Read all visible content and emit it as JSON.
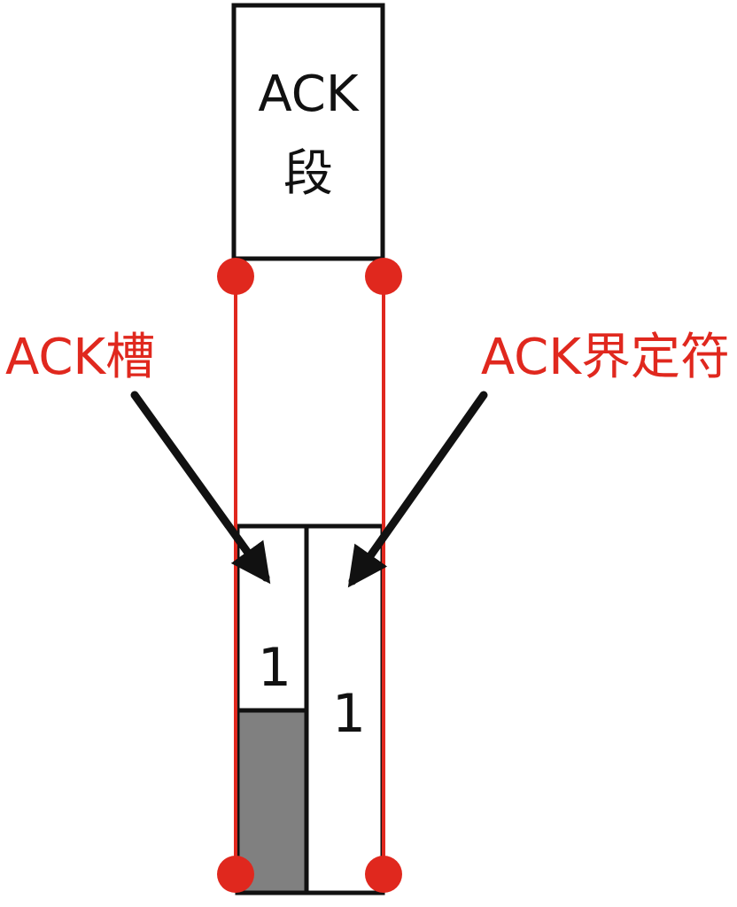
{
  "ack_segment": {
    "line1": "ACK",
    "line2": "段"
  },
  "labels": {
    "ack_slot": "ACK槽",
    "ack_delimiter": "ACK界定符"
  },
  "bits": {
    "slot_value": "1",
    "delimiter_value": "1"
  },
  "colors": {
    "accent": "#e0281e",
    "stroke": "#111111",
    "recessive_fill": "#ffffff",
    "dominant_fill": "#808080"
  }
}
